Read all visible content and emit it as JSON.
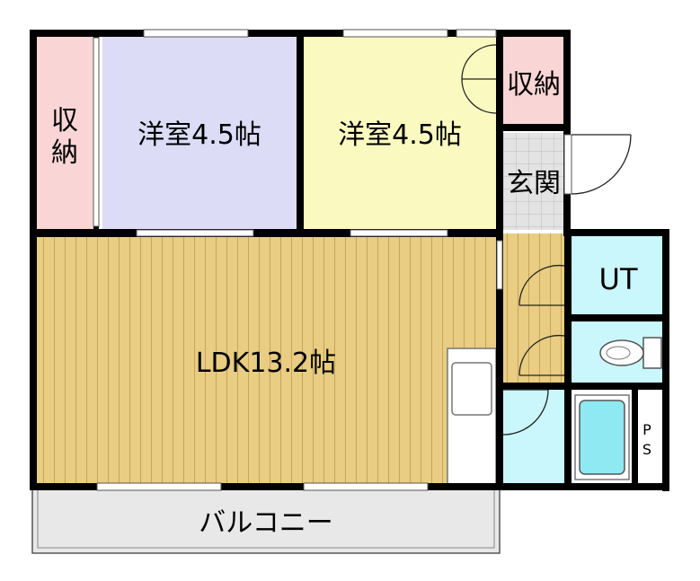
{
  "rooms": {
    "storage_left": {
      "label_line1": "収",
      "label_line2": "納"
    },
    "western_room_1": {
      "label": "洋室4.5帖"
    },
    "western_room_2": {
      "label": "洋室4.5帖"
    },
    "storage_right": {
      "label": "収納"
    },
    "entrance": {
      "label": "玄関"
    },
    "utility": {
      "label": "UT"
    },
    "ldk": {
      "label": "LDK13.2帖"
    },
    "pipe_space": {
      "label_line1": "P",
      "label_line2": "S"
    },
    "balcony": {
      "label": "バルコニー"
    }
  },
  "colors": {
    "wall": "#000000",
    "storage": "#f9d5d5",
    "western_room_1": "#dcdcf7",
    "western_room_2": "#fafac0",
    "entrance_tile": "#e3e3e3",
    "floor_wood": "#e8cd82",
    "floor_wood_line": "#c9a35a",
    "wet_area": "#c9f7fb",
    "bathtub": "#8ee9f3",
    "balcony": "#e8e8e8",
    "kitchen": "#ffffff"
  }
}
